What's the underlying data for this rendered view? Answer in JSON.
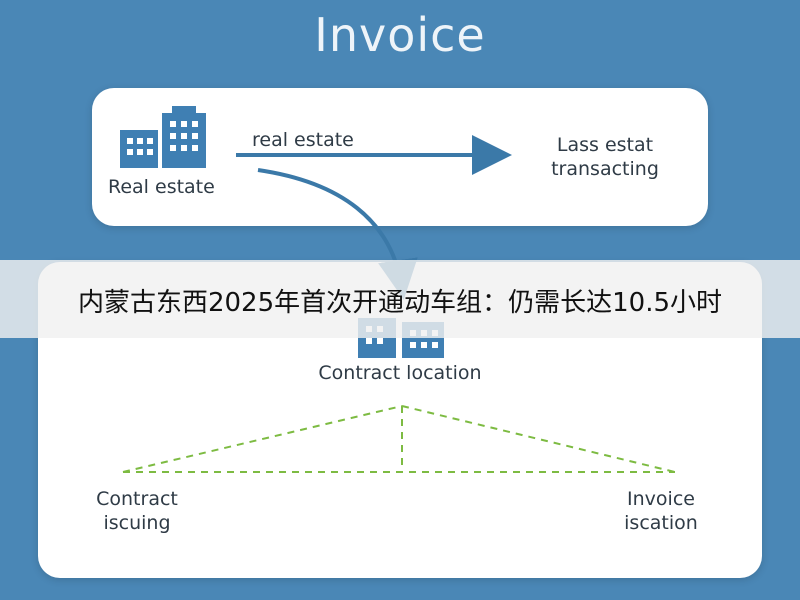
{
  "title": "Invoice",
  "top_panel": {
    "source_label": "Real estate",
    "arrow_label": "real estate",
    "target_label_line1": "Lass estat",
    "target_label_line2": "transacting",
    "building_icon": "building-icon"
  },
  "bottom_panel": {
    "center_label": "Contract location",
    "left_label_line1": "Contract",
    "left_label_line2": "iscuing",
    "right_label_line1": "Invoice",
    "right_label_line2": "iscation",
    "building_icon": "building-icon"
  },
  "banner": {
    "text": "内蒙古东西2025年首次开通动车组：仍需长达10.5小时"
  },
  "colors": {
    "background": "#4a87b6",
    "arrow": "#3b79a8",
    "building": "#3f7fb3",
    "dashed": "#7dbb42"
  }
}
